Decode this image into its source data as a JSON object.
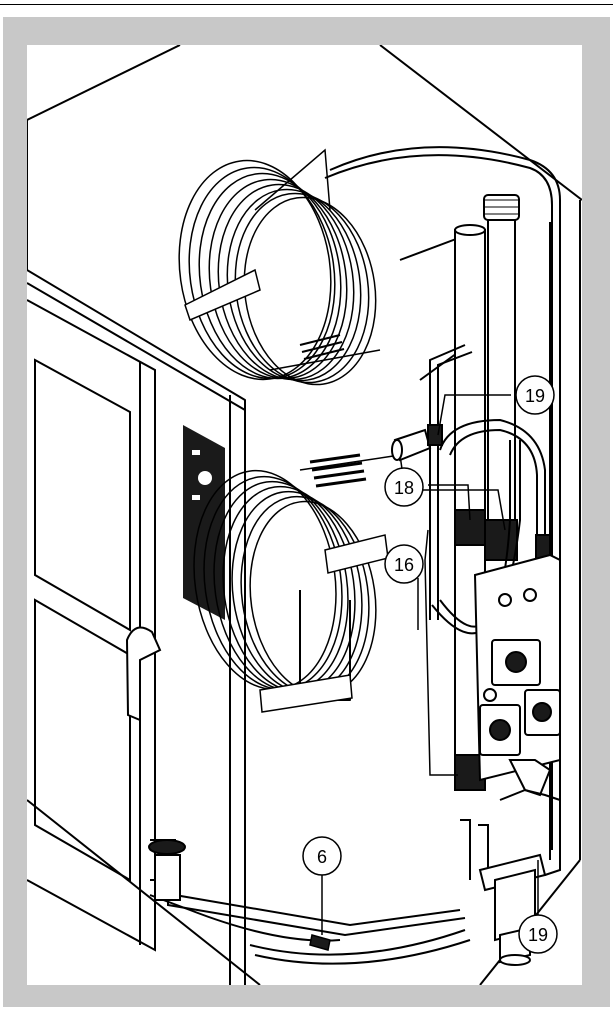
{
  "callouts": [
    {
      "id": "c19a",
      "text": "19"
    },
    {
      "id": "c18",
      "text": "18"
    },
    {
      "id": "c16",
      "text": "16"
    },
    {
      "id": "c6",
      "text": "6"
    },
    {
      "id": "c19b",
      "text": "19"
    }
  ]
}
